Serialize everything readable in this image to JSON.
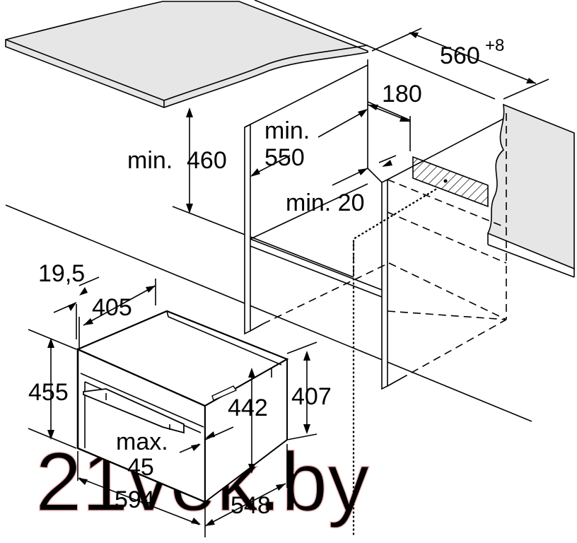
{
  "labels": {
    "cabinet_width": "560",
    "cabinet_width_tolerance": "+8",
    "vent_opening": "180",
    "min_height_prefix": "min.",
    "min_height_value": "460",
    "min_depth_prefix": "min.",
    "min_depth_value": "550",
    "min_gap": "min. 20",
    "door_offset": "19,5",
    "top_depth": "405",
    "appliance_height": "455",
    "inner_height": "442",
    "rear_height": "407",
    "handle_max_prefix": "max.",
    "handle_max_value": "45",
    "appliance_width": "594",
    "appliance_depth": "548"
  },
  "watermark": "21vek.by",
  "colors": {
    "line": "#000000",
    "countertop_fill": "#e6e6e6",
    "watermark": "#f2b7b7"
  }
}
